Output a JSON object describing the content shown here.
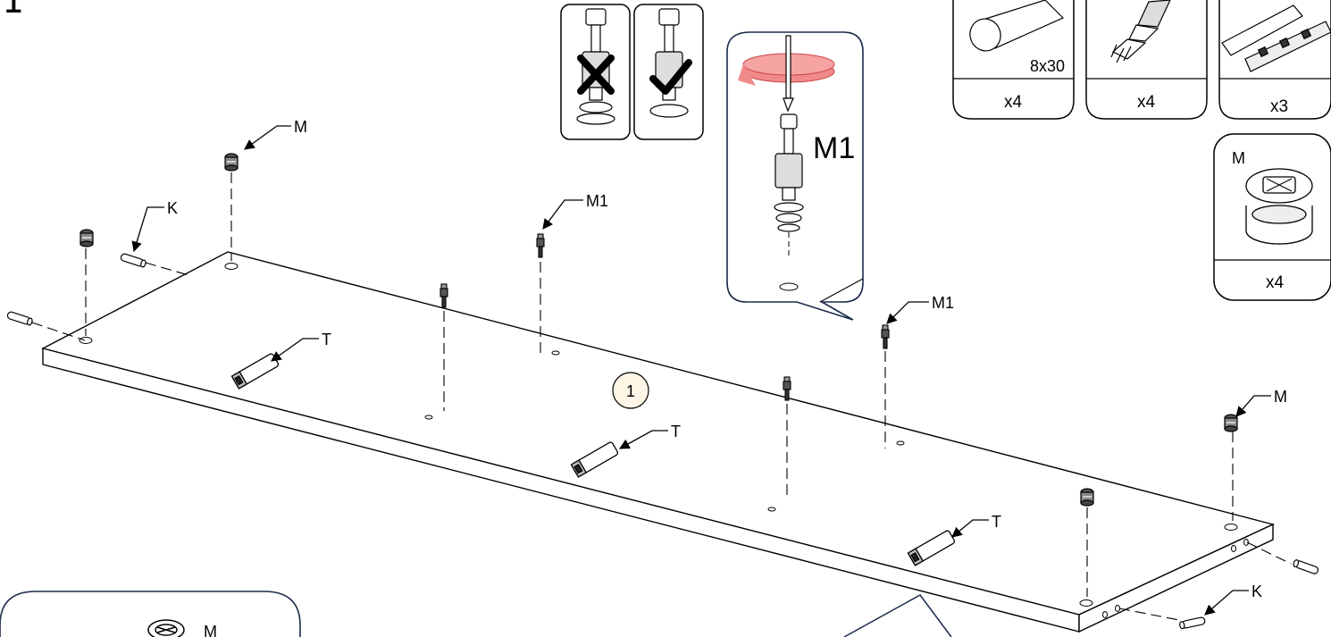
{
  "step_number": "1",
  "parts_box": {
    "dowel": {
      "size": "8x30",
      "qty": "x4"
    },
    "screw": {
      "qty": "x4"
    },
    "clip": {
      "qty": "x3"
    },
    "cam": {
      "letter": "M",
      "qty": "x4"
    }
  },
  "detail": {
    "label": "M1"
  },
  "callouts": {
    "m": "M",
    "m1": "M1",
    "k": "K",
    "t": "T"
  },
  "panel_number": "1",
  "bottom_detail": {
    "label": "M"
  }
}
